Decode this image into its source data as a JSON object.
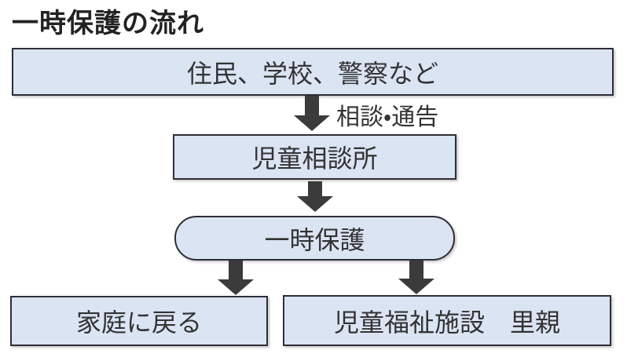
{
  "title": "一時保護の流れ",
  "colors": {
    "node_fill": "#dbe4f3",
    "node_border": "#2e2e36",
    "arrow": "#3b3b3b",
    "text": "#333333",
    "title_text": "#222222",
    "background": "#ffffff"
  },
  "nodes": {
    "source": {
      "label": "住民、学校、警察など",
      "shape": "rectangle"
    },
    "child_consultation_center": {
      "label": "児童相談所",
      "shape": "rectangle"
    },
    "temporary_protection": {
      "label": "一時保護",
      "shape": "rounded"
    },
    "return_home": {
      "label": "家庭に戻る",
      "shape": "rectangle"
    },
    "welfare_facility_foster": {
      "label": "児童福祉施設　里親",
      "shape": "rectangle"
    }
  },
  "edges": [
    {
      "from": "source",
      "to": "child_consultation_center",
      "label": "相談・通告"
    },
    {
      "from": "child_consultation_center",
      "to": "temporary_protection",
      "label": ""
    },
    {
      "from": "temporary_protection",
      "to": "return_home",
      "label": ""
    },
    {
      "from": "temporary_protection",
      "to": "welfare_facility_foster",
      "label": ""
    }
  ]
}
